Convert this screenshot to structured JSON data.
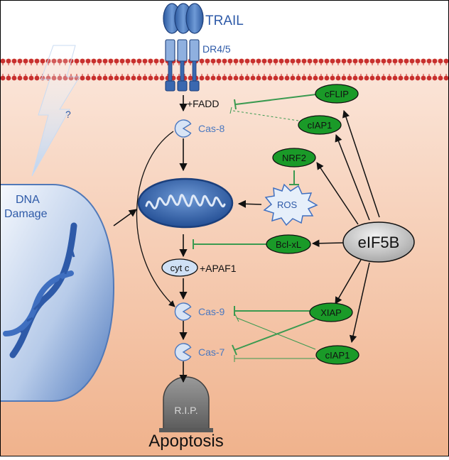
{
  "receptor": {
    "ligand_label": "TRAIL",
    "receptor_label": "DR4/5"
  },
  "upstream": {
    "fadd_label": "+FADD",
    "cas8_label": "Cas-8",
    "unknown_label": "?"
  },
  "dna": {
    "label_line1": "DNA",
    "label_line2": "Damage"
  },
  "mito": {
    "ros_label": "ROS",
    "cytc_label": "cyt c",
    "apaf_label": "+APAF1"
  },
  "caspases": {
    "cas9_label": "Cas-9",
    "cas7_label": "Cas-7"
  },
  "regulators": {
    "cflip": "cFLIP",
    "ciap1_top": "cIAP1",
    "nrf2": "NRF2",
    "bclxl": "Bcl-xL",
    "xiap": "XIAP",
    "ciap1_bottom": "cIAP1"
  },
  "hub": {
    "label": "eIF5B"
  },
  "outcome": {
    "tomb_label": "R.I.P.",
    "label": "Apoptosis"
  },
  "colors": {
    "green_node": "#1a9a28",
    "inhibit_line": "#3a9a50",
    "caspase_blue": "#4a78c0",
    "dna_blue": "#2e5aa8",
    "hub_gray": "#c8c8c8",
    "membrane": "#c8302e"
  }
}
